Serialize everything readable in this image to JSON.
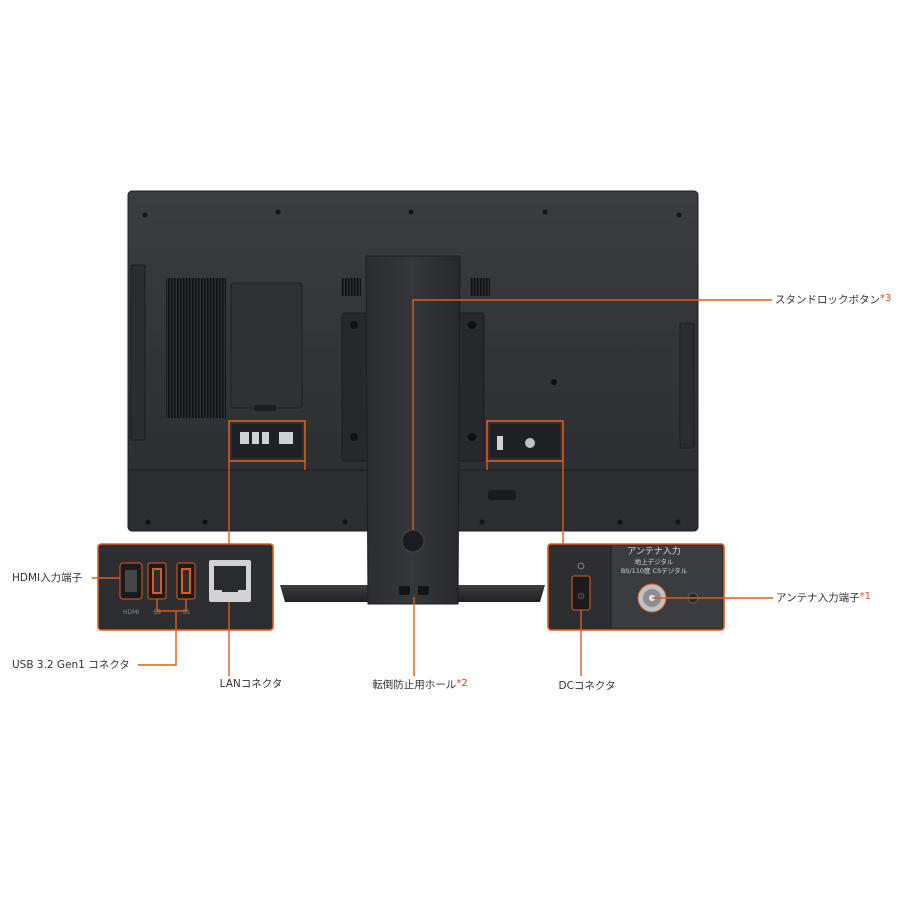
{
  "callouts": {
    "stand_lock": {
      "label": "スタンドロックボタン",
      "mark": "*3"
    },
    "antenna": {
      "label": "アンテナ入力端子",
      "mark": "*1"
    },
    "hdmi": {
      "label": "HDMI入力端子"
    },
    "usb": {
      "label": "USB 3.2 Gen1 コネクタ"
    },
    "lan": {
      "label": "LANコネクタ"
    },
    "anti_tip": {
      "label": "転倒防止用ホール",
      "mark": "*2"
    },
    "dc": {
      "label": "DCコネクタ"
    }
  },
  "antenna_panel": {
    "title": "アンテナ入力",
    "line1": "地上デジタル",
    "line2": "BS/110度 CSデジタル"
  },
  "colors": {
    "accent": "#e05a1e",
    "mark": "#e0491b",
    "body_dark": "#2e3034",
    "panel_dark": "#25272a"
  },
  "icons": [
    "hdmi-port-icon",
    "usb-port-icon",
    "lan-port-icon",
    "dc-jack-icon",
    "antenna-connector-icon",
    "stand-lock-button-icon"
  ]
}
